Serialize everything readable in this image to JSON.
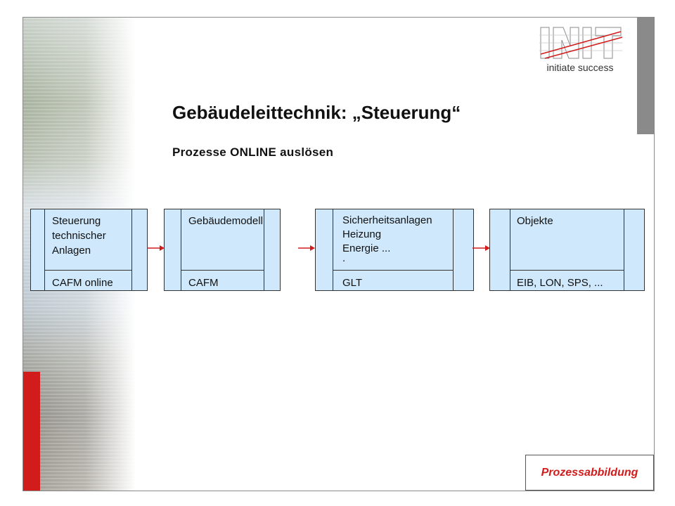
{
  "header": {
    "title": "Gebäudeleittechnik: „Steuerung“",
    "subtitle": "Prozesse ONLINE auslösen"
  },
  "logo": {
    "text": "INIT",
    "tagline": "initiate success"
  },
  "process_flow": [
    {
      "upper_lines": [
        "Steuerung",
        "technischer",
        "Anlagen"
      ],
      "lower": "CAFM online"
    },
    {
      "upper_lines": [
        "Gebäudemodell"
      ],
      "lower": "CAFM"
    },
    {
      "upper_lines": [
        "Sicherheitsanlagen",
        "Heizung",
        "Energie ...",
        "."
      ],
      "lower": "GLT"
    },
    {
      "upper_lines": [
        "Objekte"
      ],
      "lower": "EIB, LON, SPS, ..."
    }
  ],
  "footer": {
    "tag": "Prozessabbildung"
  },
  "colors": {
    "box_fill": "#cfe8fb",
    "accent_red": "#d21b1b",
    "side_gray": "#8a8a8a"
  }
}
